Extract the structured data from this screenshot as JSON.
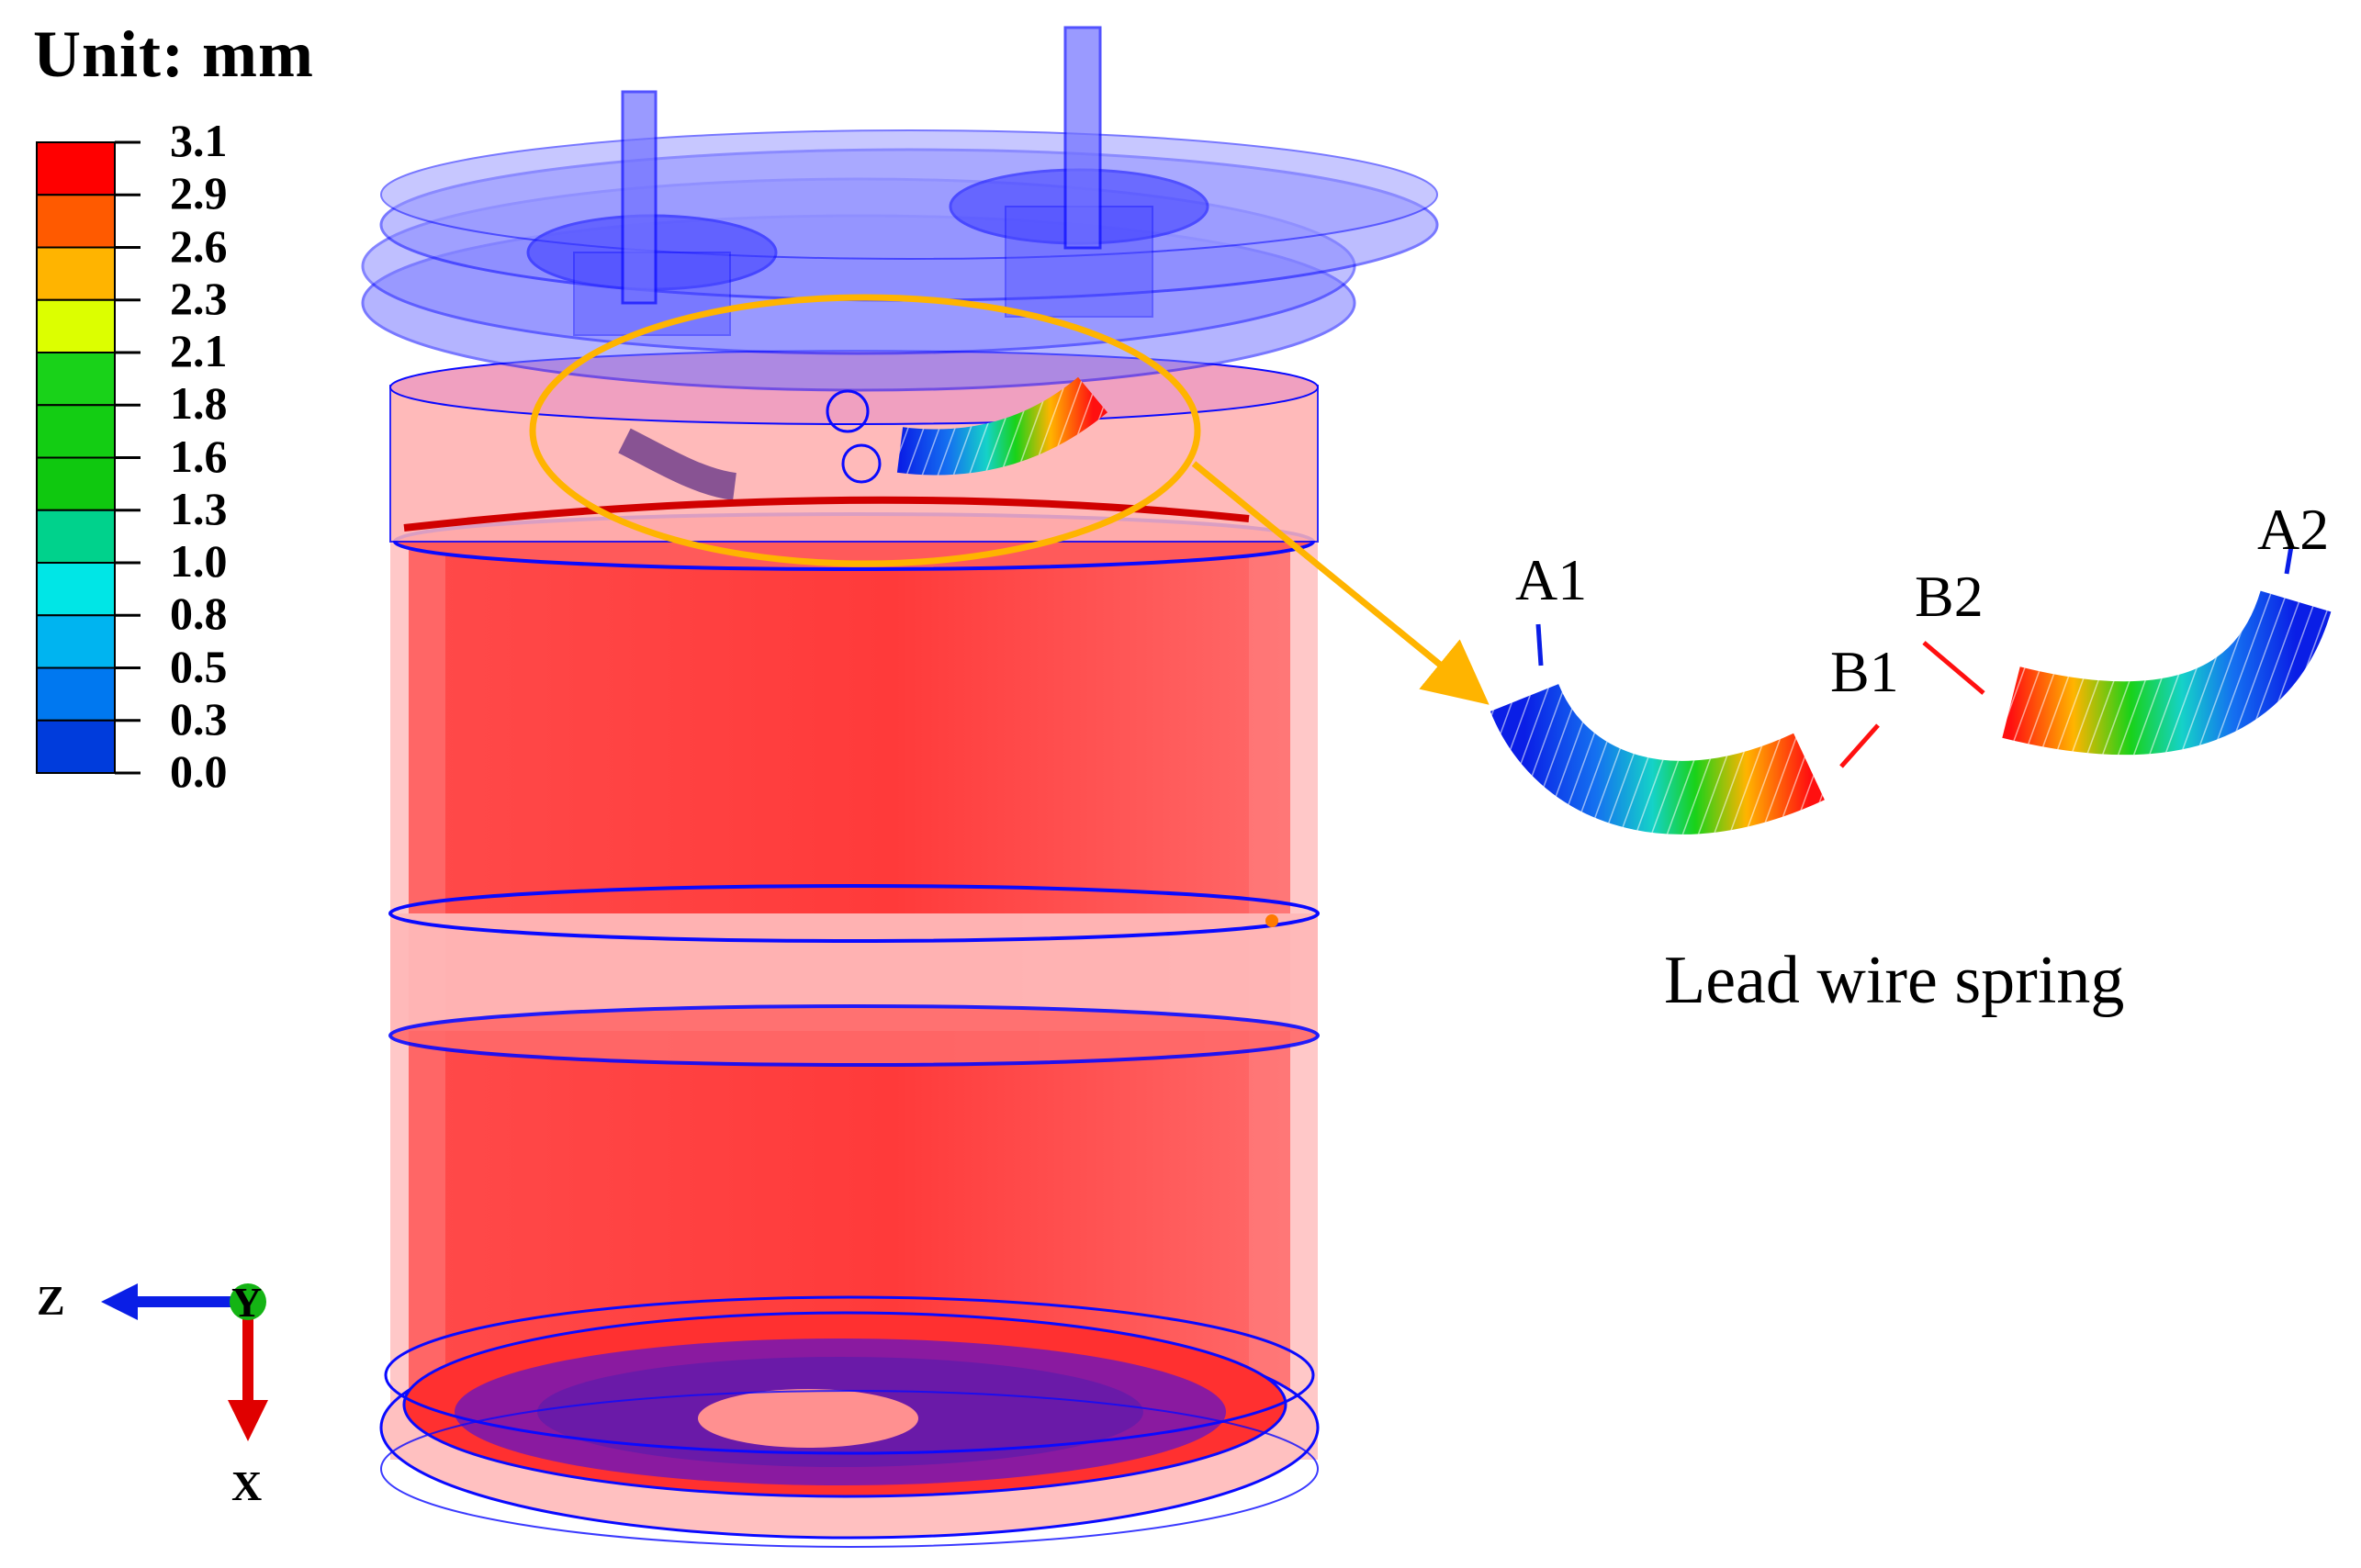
{
  "legend": {
    "title": "Unit: mm",
    "ticks": [
      "3.1",
      "2.9",
      "2.6",
      "2.3",
      "2.1",
      "1.8",
      "1.6",
      "1.3",
      "1.0",
      "0.8",
      "0.5",
      "0.3",
      "0.0"
    ],
    "band_colors": [
      "#ff0000",
      "#ff5a00",
      "#ffb400",
      "#dcff00",
      "#19d219",
      "#13cd13",
      "#0fc80f",
      "#00d28c",
      "#00e6e6",
      "#00b4f0",
      "#0078f0",
      "#003cdc"
    ]
  },
  "spring_labels": {
    "a1": "A1",
    "b1": "B1",
    "b2": "B2",
    "a2": "A2"
  },
  "caption": "Lead wire spring",
  "axes": {
    "z": "Z",
    "y": "Y",
    "x": "X"
  },
  "colors": {
    "highlight": "#ffb400",
    "housing": "#ff3c3c",
    "cap": "#5a5aff",
    "edge": "#0a0aff"
  }
}
